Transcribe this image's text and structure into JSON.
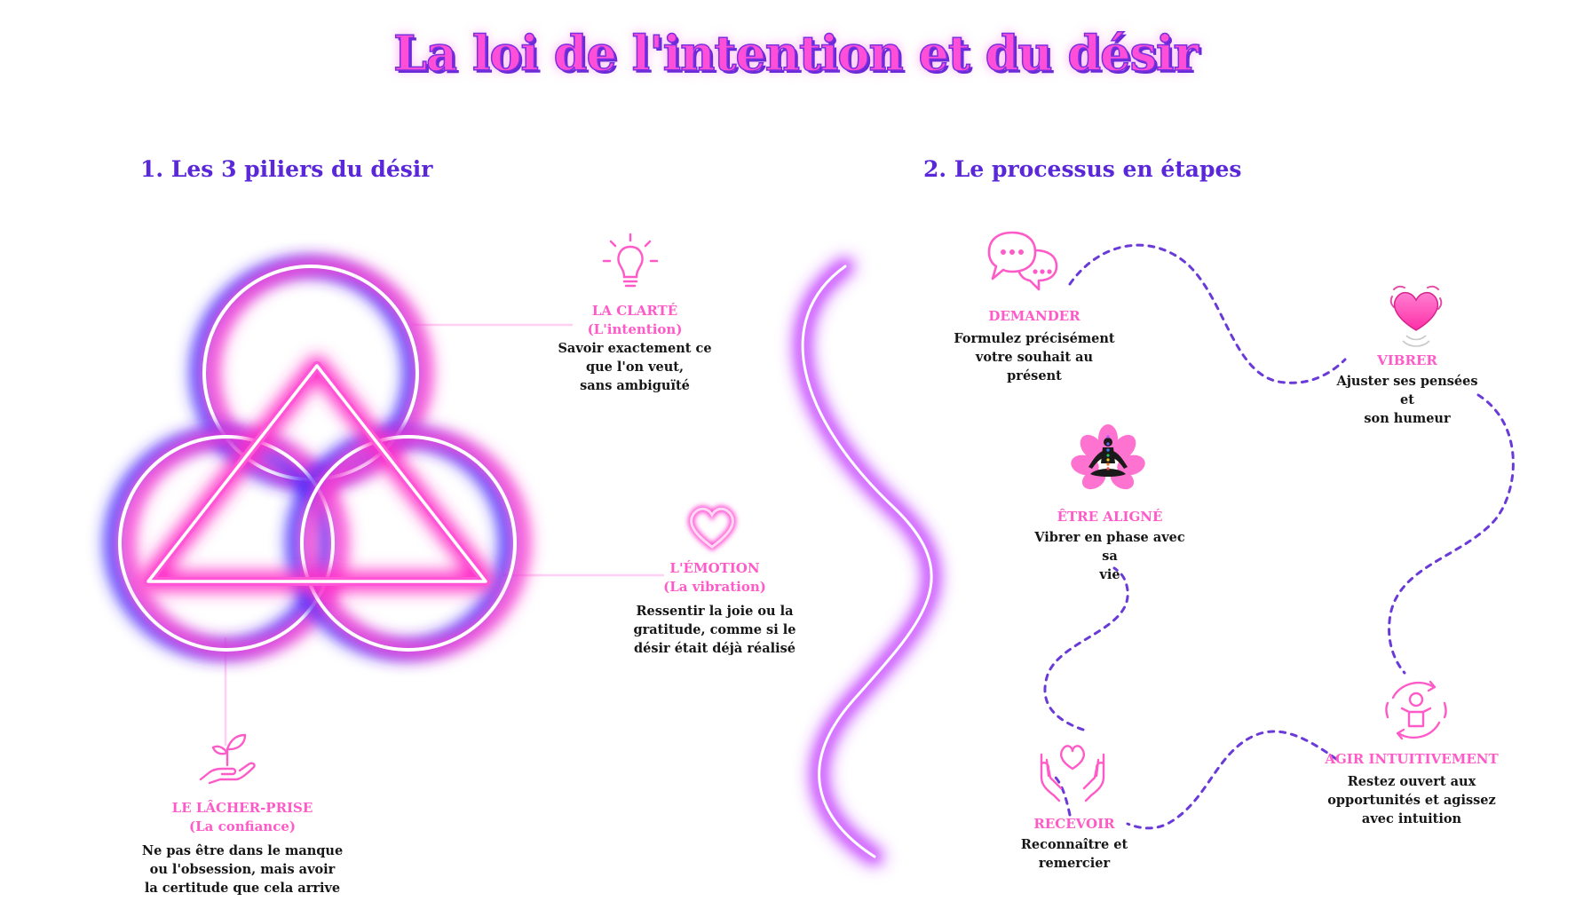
{
  "title": "La loi de l'intention et du désir",
  "section1": {
    "heading": "1. Les 3 piliers du désir",
    "pillars": [
      {
        "icon": "lightbulb-icon",
        "title": "LA CLARTÉ",
        "subtitle": "(L'intention)",
        "lines": [
          "Savoir exactement ce",
          "que l'on veut,",
          "sans ambiguïté"
        ]
      },
      {
        "icon": "heart-icon",
        "title": "L'ÉMOTION",
        "subtitle": "(La vibration)",
        "lines": [
          "Ressentir la joie ou la",
          "gratitude, comme si le",
          "désir était déjà réalisé"
        ]
      },
      {
        "icon": "plant-in-hand-icon",
        "title": "LE LÂCHER-PRISE",
        "subtitle": "(La confiance)",
        "lines": [
          "Ne pas être dans le manque",
          "ou l'obsession, mais avoir",
          "la certitude que cela arrive"
        ]
      }
    ]
  },
  "section2": {
    "heading": "2. Le processus en étapes",
    "steps": [
      {
        "icon": "speech-bubbles-icon",
        "title": "DEMANDER",
        "lines": [
          "Formulez précisément",
          "votre souhait au",
          "présent"
        ]
      },
      {
        "icon": "vibrating-heart-icon",
        "title": "VIBRER",
        "lines": [
          "Ajuster ses pensées et",
          "son humeur"
        ]
      },
      {
        "icon": "meditation-lotus-icon",
        "title": "ÊTRE ALIGNÉ",
        "lines": [
          "Vibrer en phase avec sa",
          "vie"
        ]
      },
      {
        "icon": "person-cycle-icon",
        "title": "AGIR INTUITIVEMENT",
        "lines": [
          "Restez ouvert aux",
          "opportunités et agissez",
          "avec intuition"
        ]
      },
      {
        "icon": "hands-heart-icon",
        "title": "RECEVOIR",
        "lines": [
          "Reconnaître et",
          "remercier"
        ]
      }
    ]
  },
  "colors": {
    "pink": "#ff5bc8",
    "neon_pink": "#ff3fd0",
    "purple": "#5a28d8",
    "blue": "#3a2bff"
  }
}
